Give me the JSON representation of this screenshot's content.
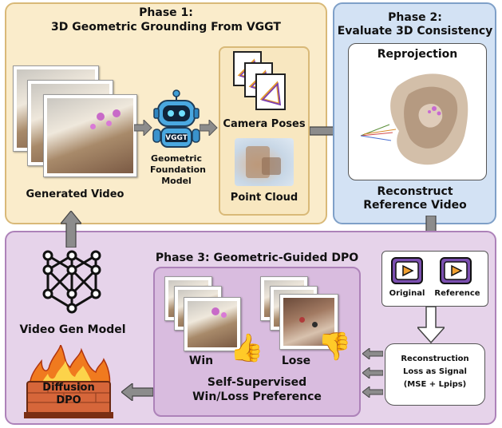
{
  "phase1": {
    "title_line1": "Phase 1:",
    "title_line2": "3D Geometric Grounding From VGGT",
    "generated_video_label": "Generated Video",
    "robot_badge": "VGGT",
    "model_label_line1": "Geometric",
    "model_label_line2": "Foundation",
    "model_label_line3": "Model",
    "camera_poses_label": "Camera Poses",
    "point_cloud_label": "Point Cloud"
  },
  "phase2": {
    "title_line1": "Phase 2:",
    "title_line2": "Evaluate 3D Consistency",
    "reprojection_label": "Reprojection",
    "reconstruct_line1": "Reconstruct",
    "reconstruct_line2": "Reference Video"
  },
  "phase3": {
    "title": "Phase 3: Geometric-Guided DPO",
    "video_gen_label": "Video Gen Model",
    "diffusion_line1": "Diffusion",
    "diffusion_line2": "DPO",
    "win_label": "Win",
    "lose_label": "Lose",
    "preference_line1": "Self-Supervised",
    "preference_line2": "Win/Loss Preference",
    "original_label": "Original",
    "reference_label": "Reference",
    "loss_line1": "Reconstruction",
    "loss_line2": "Loss as Signal",
    "loss_line3": "(MSE + Lpips)"
  },
  "colors": {
    "phase1_bg": "#faeccb",
    "phase2_bg": "#d3e2f4",
    "phase3_bg": "#e6d3ea",
    "arrow_gray": "#8c8c8c",
    "accent_purple": "#8b4fb3"
  }
}
